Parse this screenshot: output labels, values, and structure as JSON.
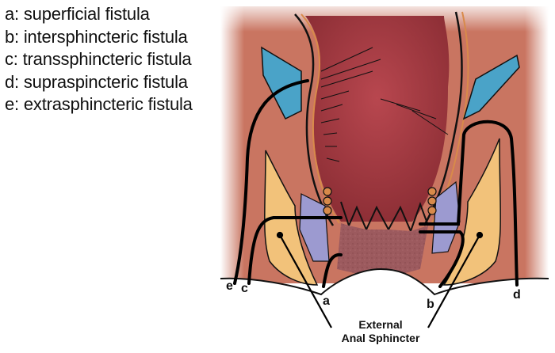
{
  "legend": {
    "items": [
      {
        "key": "a",
        "label": "a: superficial fistula"
      },
      {
        "key": "b",
        "label": "b: intersphincteric fistula"
      },
      {
        "key": "c",
        "label": "c: transsphincteric fistula"
      },
      {
        "key": "d",
        "label": "d: supraspincteric fistula"
      },
      {
        "key": "e",
        "label": "e: extrasphincteric fistula"
      }
    ]
  },
  "markers": {
    "a": "a",
    "b": "b",
    "c": "c",
    "d": "d",
    "e": "e"
  },
  "caption": {
    "line1": "External",
    "line2": "Anal Sphincter"
  },
  "colors": {
    "background_tissue": "#c97561",
    "rectum": "#a8404a",
    "anal_canal": "#9c5a5e",
    "fat": "#f2c27a",
    "levator_blue": "#4aa3c8",
    "internal_sphincter": "#9c9ad0",
    "fistula_line": "#000000"
  }
}
